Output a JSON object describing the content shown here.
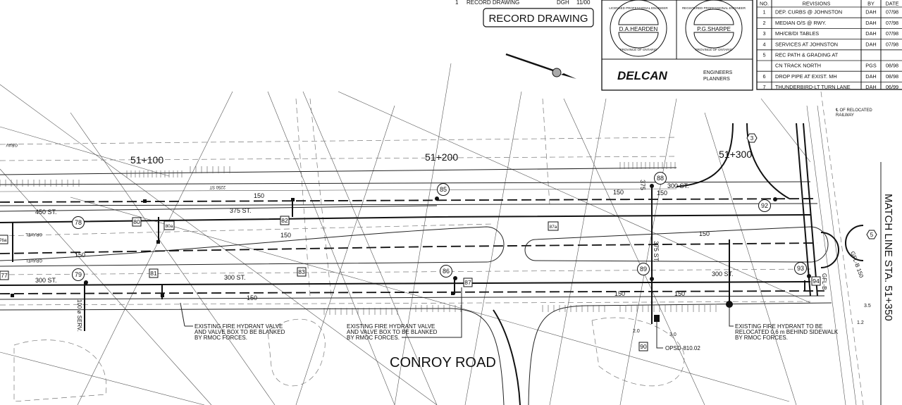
{
  "title_block": {
    "revision_line": {
      "no": "1",
      "desc": "RECORD DRAWING",
      "by": "DGH",
      "date": "11/00"
    },
    "record_stamp": "RECORD DRAWING",
    "seals": [
      {
        "top": "LICENSED PROFESSIONAL ENGINEER",
        "name": "D.A.HEARDEN",
        "bottom": "PROVINCE OF ONTARIO"
      },
      {
        "top": "REGISTERED PROFESSIONAL ENGINEER",
        "name": "P.G.SHARPE",
        "bottom": "PROVINCE OF ONTARIO"
      }
    ],
    "company": {
      "logo": "DELCAN",
      "line1": "ENGINEERS",
      "line2": "PLANNERS"
    },
    "north_arrow_icon": "north-arrow-icon"
  },
  "revisions": {
    "headers": [
      "NO.",
      "REVISIONS",
      "BY",
      "DATE"
    ],
    "rows": [
      [
        "1",
        "DEP. CURBS @ JOHNSTON",
        "DAH",
        "07/98"
      ],
      [
        "2",
        "MEDIAN O/S @ RWY.",
        "DAH",
        "07/98"
      ],
      [
        "3",
        "MH/CB/DI TABLES",
        "DAH",
        "07/98"
      ],
      [
        "4",
        "SERVICES AT JOHNSTON",
        "DAH",
        "07/98"
      ],
      [
        "5",
        "REC PATH & GRADING AT",
        "",
        ""
      ],
      [
        "",
        "CN TRACK NORTH",
        "PGS",
        "08/98"
      ],
      [
        "6",
        "DROP PIPE AT EXIST. MH",
        "DAH",
        "08/98"
      ],
      [
        "7",
        "THUNDERBIRD-LT TURN LANE",
        "DAH",
        "06/99"
      ]
    ]
  },
  "plan": {
    "stations": [
      "51+100",
      "51+200",
      "51+300"
    ],
    "road_name": "CONROY ROAD",
    "match_line": "MATCH LINE STA. 51+350",
    "railway_note": [
      "℄ OF RELOCATED",
      "RAILWAY"
    ],
    "nodes_circle": [
      "78",
      "79",
      "85",
      "86",
      "88",
      "89",
      "92",
      "93"
    ],
    "nodes_hex": [
      "3",
      "5"
    ],
    "nodes_square": [
      "80",
      "80a",
      "76a",
      "77",
      "81",
      "82",
      "83",
      "87",
      "87a",
      "90",
      "94"
    ],
    "pipe_labels": [
      "450 ST.",
      "375 ST.",
      "150",
      "150",
      "150",
      "150",
      "300 ST.",
      "300 ST.",
      "300 ST.",
      "150",
      "150",
      "375",
      "375 ST.",
      "300 ST.",
      "150",
      "150",
      "150",
      "2250 ST",
      "GFL-B",
      "GFL-B 150"
    ],
    "service_label": "100 ø SERV.",
    "surface_labels": [
      "GRAVEL",
      "GRAVEL",
      "GRAV"
    ],
    "dims": [
      "2.0",
      "3.0",
      "3.5",
      "1.2"
    ],
    "opsd": "OPSD-810.02",
    "notes": [
      [
        "EXISTING FIRE HYDRANT VALVE",
        "AND VALVE BOX TO BE BLANKED",
        "BY RMOC FORCES."
      ],
      [
        "EXISTING FIRE HYDRANT VALVE",
        "AND VALVE BOX TO BE BLANKED",
        "BY RMOC FORCES."
      ],
      [
        "EXISTING FIRE HYDRANT TO BE",
        "RELOCATED 0.6 m BEHIND SIDEWALK",
        "BY RMOC FORCES."
      ]
    ]
  }
}
